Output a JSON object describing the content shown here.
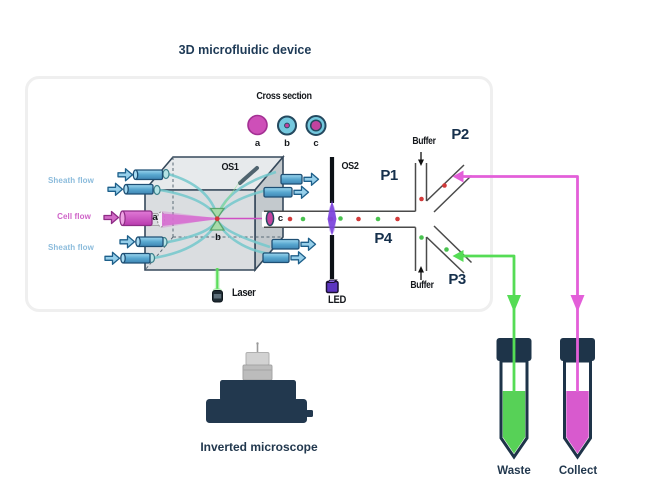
{
  "title": "3D microfluidic device",
  "panel": {
    "cross_section": {
      "title": "Cross section",
      "label_a": "a",
      "label_b": "b",
      "label_c": "c"
    },
    "cube": {
      "label_a": "a",
      "label_b": "b",
      "label_c": "c",
      "os1": "OS1",
      "laser": "Laser"
    },
    "flows": {
      "sheath_top": "Sheath flow",
      "cell": "Cell flow",
      "sheath_bottom": "Sheath flow"
    },
    "detection": {
      "os2": "OS2",
      "led": "LED"
    },
    "junction": {
      "p1": "P1",
      "p2": "P2",
      "p3": "P3",
      "p4": "P4",
      "buffer_top": "Buffer",
      "buffer_bottom": "Buffer"
    }
  },
  "microscope": {
    "label": "Inverted microscope"
  },
  "tubes": {
    "waste_label": "Waste",
    "collect_label": "Collect"
  },
  "colors": {
    "navy_text": "#1e3a56",
    "black_label": "#15181c",
    "sheath_blue_label": "#8cbcdc",
    "cell_magenta_label": "#cf63c8",
    "cell_magenta": "#cb4ec0",
    "arrow_blue_fill": "#96cfea",
    "cylinder_blue": "#5aa7cf",
    "teal_flow": "#74c9cd",
    "dot_red": "#d23a3a",
    "dot_green": "#49c24f",
    "laser_green": "#5ade5a",
    "led_purple": "#5c35c0",
    "flare_purple": "#7b42dd",
    "waste_green": "#57d157",
    "collect_magenta": "#d85ace",
    "tube_navy": "#1e3449",
    "pink_tubing": "#e35fd9",
    "green_tubing": "#55dc55"
  }
}
